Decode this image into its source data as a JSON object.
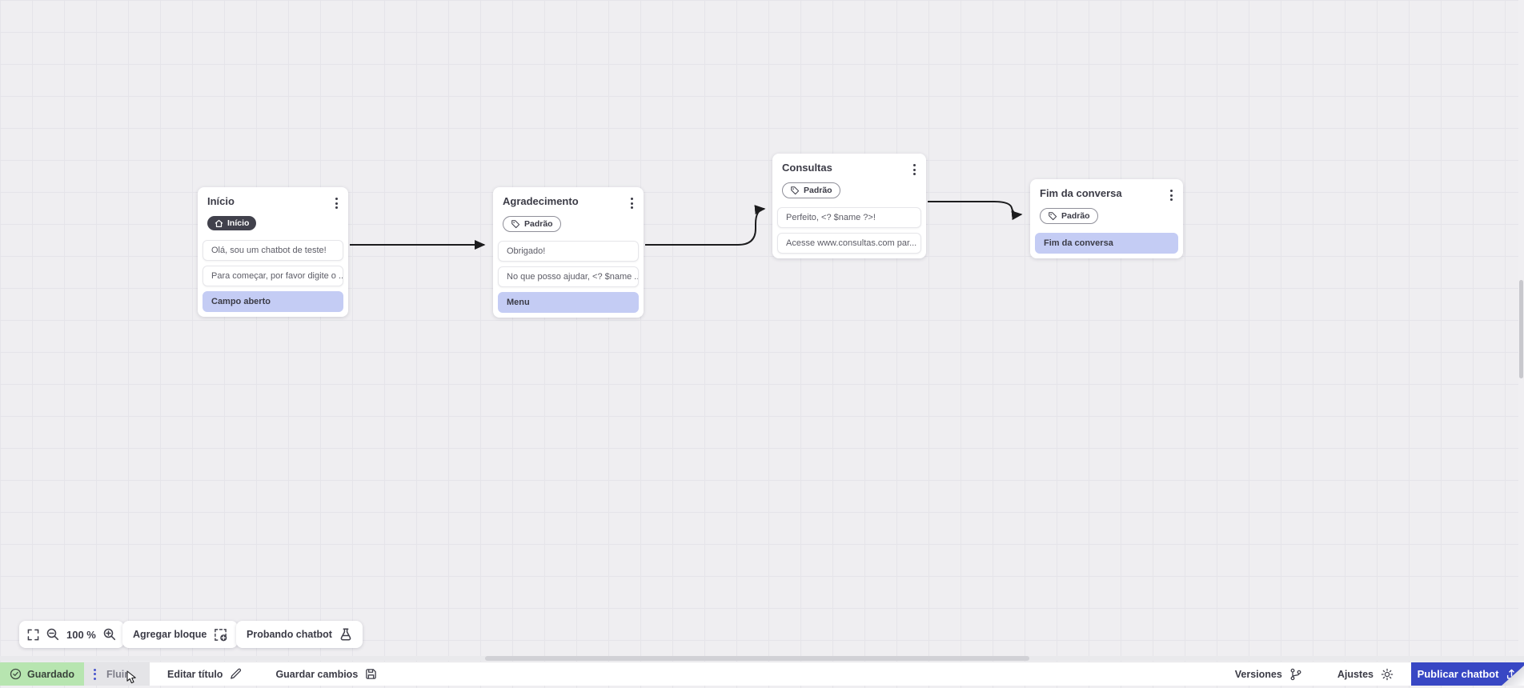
{
  "colors": {
    "accent_blue": "#3847c4",
    "saved_green_bg": "#b7e5b0",
    "highlight_lavender": "#c4ccf4",
    "node_badge_dark": "#41414c",
    "edge_black": "#1c1c1e",
    "canvas_bg": "#efeef1"
  },
  "canvas": {
    "nodes": [
      {
        "title": "Início",
        "badge": {
          "label": "Início",
          "icon": "home-icon",
          "style": "dark"
        },
        "messages": [
          {
            "text": "Olá, sou um chatbot de teste!",
            "type": "bubble"
          },
          {
            "text": "Para começar, por favor digite o ...",
            "type": "bubble"
          },
          {
            "text": "Campo aberto",
            "type": "highlight"
          }
        ]
      },
      {
        "title": "Agradecimento",
        "badge": {
          "label": "Padrão",
          "icon": "tag-icon",
          "style": "outline"
        },
        "messages": [
          {
            "text": "Obrigado!",
            "type": "bubble"
          },
          {
            "text": "No que posso ajudar, <? $name ...",
            "type": "bubble"
          },
          {
            "text": "Menu",
            "type": "highlight"
          }
        ]
      },
      {
        "title": "Consultas",
        "badge": {
          "label": "Padrão",
          "icon": "tag-icon",
          "style": "outline"
        },
        "messages": [
          {
            "text": "Perfeito, <? $name ?>!",
            "type": "bubble"
          },
          {
            "text": "Acesse www.consultas.com par...",
            "type": "bubble"
          }
        ]
      },
      {
        "title": "Fim da conversa",
        "badge": {
          "label": "Padrão",
          "icon": "tag-icon",
          "style": "outline"
        },
        "messages": [
          {
            "text": "Fim da conversa",
            "type": "highlight"
          }
        ]
      }
    ]
  },
  "canvas_controls": {
    "zoom_level": "100 %",
    "add_block_label": "Agregar bloque",
    "test_chatbot_label": "Probando chatbot"
  },
  "bottom_bar": {
    "saved_label": "Guardado",
    "flow_tab_label": "Fluir",
    "edit_title_label": "Editar título",
    "save_changes_label": "Guardar cambios",
    "versions_label": "Versiones",
    "settings_label": "Ajustes",
    "publish_label": "Publicar chatbot"
  }
}
